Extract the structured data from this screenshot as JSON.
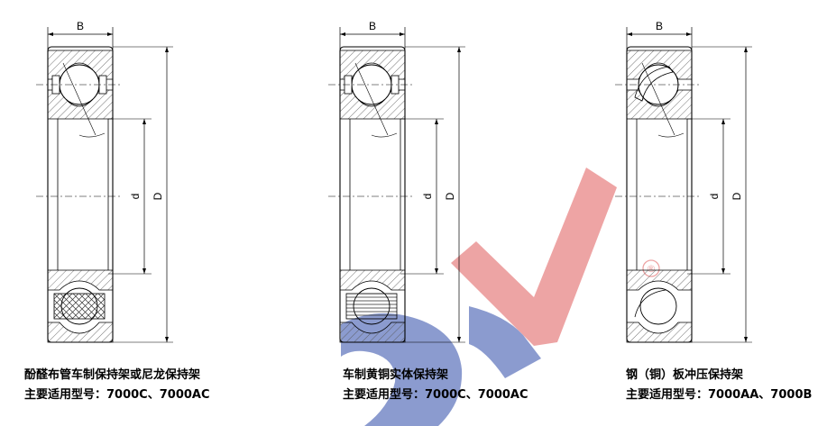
{
  "diagrams": [
    {
      "cage_type": "酚醛布管车制保持架或尼龙保持架",
      "applicable_models": "主要适用型号：7000C、7000AC",
      "labels": {
        "width": "B",
        "bore": "d",
        "outer_diameter": "D"
      }
    },
    {
      "cage_type": "车制黄铜实体保持架",
      "applicable_models": "主要适用型号：7000C、7000AC",
      "labels": {
        "width": "B",
        "bore": "d",
        "outer_diameter": "D"
      }
    },
    {
      "cage_type": "钢（铜）板冲压保持架",
      "applicable_models": "主要适用型号：7000AA、7000B",
      "labels": {
        "width": "B",
        "bore": "d",
        "outer_diameter": "D"
      }
    }
  ],
  "watermark": {
    "registered_mark": "®",
    "colors": {
      "red": "#e05a5a",
      "blue": "#2e4aa8"
    }
  }
}
